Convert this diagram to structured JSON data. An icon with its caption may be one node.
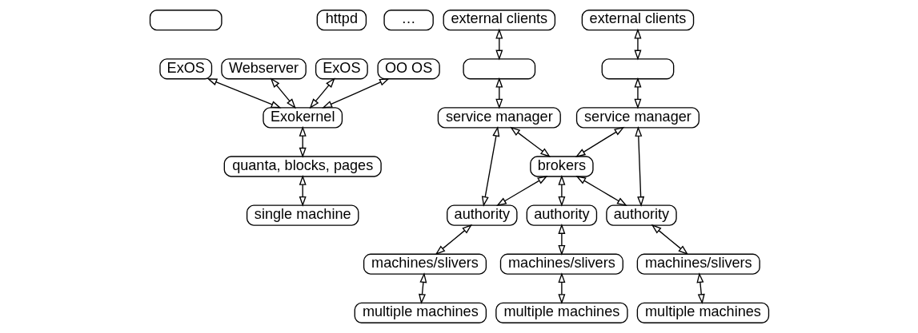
{
  "diagram": {
    "nodes": [
      {
        "text": [],
        "shape": "box"
      },
      {
        "text": [
          "httpd"
        ]
      },
      {
        "text": [
          "Webserver"
        ]
      },
      {
        "text": [
          "…"
        ]
      },
      {
        "text": [
          "ExOS"
        ]
      },
      {
        "text": [
          "ExOS"
        ]
      },
      {
        "text": [
          "OO OS"
        ]
      },
      {
        "text": [
          "Exokernel"
        ]
      },
      {
        "text": [
          "quanta, blocks, pages"
        ]
      },
      {
        "text": [
          "single machine"
        ]
      },
      {
        "text": [
          "external clients"
        ]
      },
      {
        "text": [],
        "shape": "box"
      },
      {
        "text": [
          "service manager"
        ]
      },
      {
        "text": [
          "external clients"
        ]
      },
      {
        "text": [],
        "shape": "box"
      },
      {
        "text": [
          "service manager"
        ]
      },
      {
        "text": [
          "brokers"
        ]
      },
      {
        "text": [
          "authority"
        ]
      },
      {
        "text": [
          "authority"
        ]
      },
      {
        "text": [
          "authority"
        ]
      },
      {
        "text": [
          "machines/slivers"
        ]
      },
      {
        "text": [
          "machines/slivers"
        ]
      },
      {
        "text": [
          "machines/slivers"
        ]
      },
      {
        "text": [
          "multiple machines"
        ]
      },
      {
        "text": [
          "multiple machines"
        ]
      },
      {
        "text": [
          "multiple machines"
        ]
      }
    ],
    "edges": [
      {
        "from": 4,
        "to": 7,
        "arrow": "both"
      },
      {
        "from": 5,
        "to": 7,
        "arrow": "both"
      },
      {
        "from": 2,
        "to": 7,
        "arrow": "both"
      },
      {
        "from": 6,
        "to": 7,
        "arrow": "both"
      },
      {
        "from": 7,
        "to": 8,
        "arrow": "both"
      },
      {
        "from": 8,
        "to": 9,
        "arrow": "both"
      },
      {
        "from": 10,
        "to": 11,
        "arrow": "both"
      },
      {
        "from": 11,
        "to": 12,
        "arrow": "both"
      },
      {
        "from": 13,
        "to": 14,
        "arrow": "both"
      },
      {
        "from": 14,
        "to": 15,
        "arrow": "both"
      },
      {
        "from": 12,
        "to": 16,
        "arrow": "both"
      },
      {
        "from": 15,
        "to": 16,
        "arrow": "both"
      },
      {
        "from": 12,
        "to": 17,
        "arrow": "both"
      },
      {
        "from": 15,
        "to": 19,
        "arrow": "both"
      },
      {
        "from": 16,
        "to": 17,
        "arrow": "both"
      },
      {
        "from": 16,
        "to": 18,
        "arrow": "both"
      },
      {
        "from": 16,
        "to": 19,
        "arrow": "both"
      },
      {
        "from": 17,
        "to": 20,
        "arrow": "both"
      },
      {
        "from": 18,
        "to": 21,
        "arrow": "both"
      },
      {
        "from": 19,
        "to": 22,
        "arrow": "both"
      },
      {
        "from": 20,
        "to": 23,
        "arrow": "both"
      },
      {
        "from": 21,
        "to": 24,
        "arrow": "both"
      },
      {
        "from": 22,
        "to": 25,
        "arrow": "both"
      }
    ]
  }
}
